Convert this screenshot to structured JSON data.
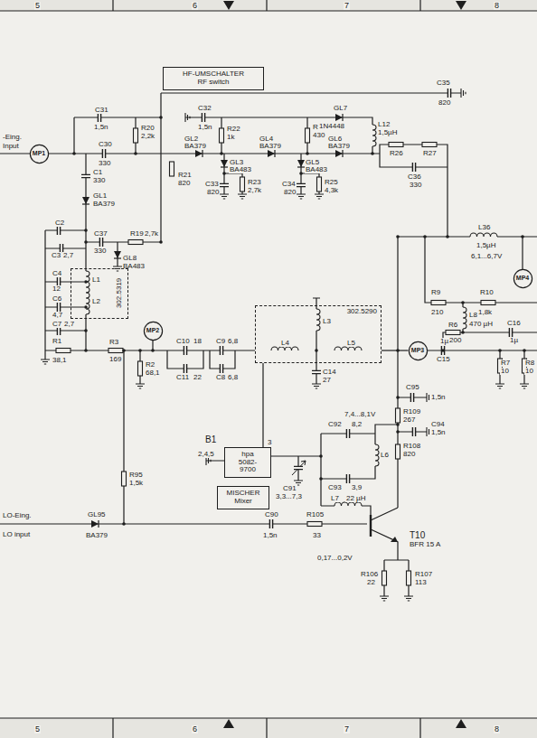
{
  "diagram": {
    "nodes": [
      {
        "text": [
          "HF-UMSCHALTER",
          "RF switch"
        ]
      },
      {
        "text": [
          "MP1"
        ]
      },
      {
        "text": [
          "302.5319"
        ]
      },
      {
        "text": [
          "MP2"
        ]
      },
      {
        "text": [
          "302.5290"
        ]
      },
      {
        "text": [
          "hpa 5082- 9700"
        ]
      },
      {
        "text": [
          "MISCHER",
          "Mixer"
        ]
      },
      {
        "text": [
          "MP3"
        ]
      },
      {
        "text": [
          "MP4"
        ]
      }
    ],
    "edges": [
      {
        "from": 5,
        "to": 4,
        "arrow": "none"
      },
      {
        "from": 4,
        "to": 7,
        "arrow": "none"
      }
    ],
    "labels": [
      "5",
      "6",
      "7",
      "8",
      "5",
      "6",
      "7",
      "8",
      "-Eing.",
      "Input",
      "C31",
      "1,5n",
      "R20",
      "2,2k",
      "C30",
      "330",
      "C1",
      "330",
      "GL1",
      "BA379",
      "C32",
      "1,5n",
      "R22",
      "1k",
      "GL2",
      "BA379",
      "R21",
      "820",
      "GL3",
      "BA483",
      "C33",
      "820",
      "R23",
      "2,7k",
      "GL4",
      "BA379",
      "R24",
      "430",
      "GL5",
      "BA483",
      "C34",
      "820",
      "R25",
      "4,3k",
      "GL6",
      "BA379",
      "GL7",
      "1N4448",
      "L12",
      "1,5µH",
      "R26",
      "R27",
      "C36",
      "330",
      "C35",
      "820",
      "C2",
      "C3",
      "2,7",
      "C37",
      "330",
      "R19",
      "2,7k",
      "GL8",
      "BA483",
      "L1",
      "L2",
      "C4",
      "12",
      "C6",
      "4,7",
      "C7",
      "2,7",
      "R1",
      "38,1",
      "R3",
      "169",
      "R2",
      "68,1",
      "C10",
      "18",
      "C11",
      "22",
      "C9",
      "6,8",
      "C8",
      "6,8",
      "L3",
      "L4",
      "L5",
      "C14",
      "27",
      "B1",
      "2,4,5",
      "3",
      "C91",
      "3,3...7,3",
      "C92",
      "8,2",
      "7,4...8,1V",
      "C93",
      "3,9",
      "L6",
      "L7",
      "22 µH",
      "C95",
      "1,5n",
      "R109",
      "267",
      "C94",
      "1,5n",
      "R108",
      "820",
      "LO-Eing.",
      "LO input",
      "GL95",
      "BA379",
      "R95",
      "1,5k",
      "C90",
      "1,5n",
      "R105",
      "33",
      "T10",
      "BFR 15 A",
      "0,17...0,2V",
      "R106",
      "22",
      "R107",
      "113",
      "L36",
      "1,5µH",
      "6,1...6,7V",
      "R9",
      "210",
      "R10",
      "1,8k",
      "L8",
      "470 µH",
      "R6",
      "200",
      "C16",
      "1µ",
      "C15",
      "1µ",
      "R7",
      "10",
      "R8",
      "10"
    ]
  }
}
